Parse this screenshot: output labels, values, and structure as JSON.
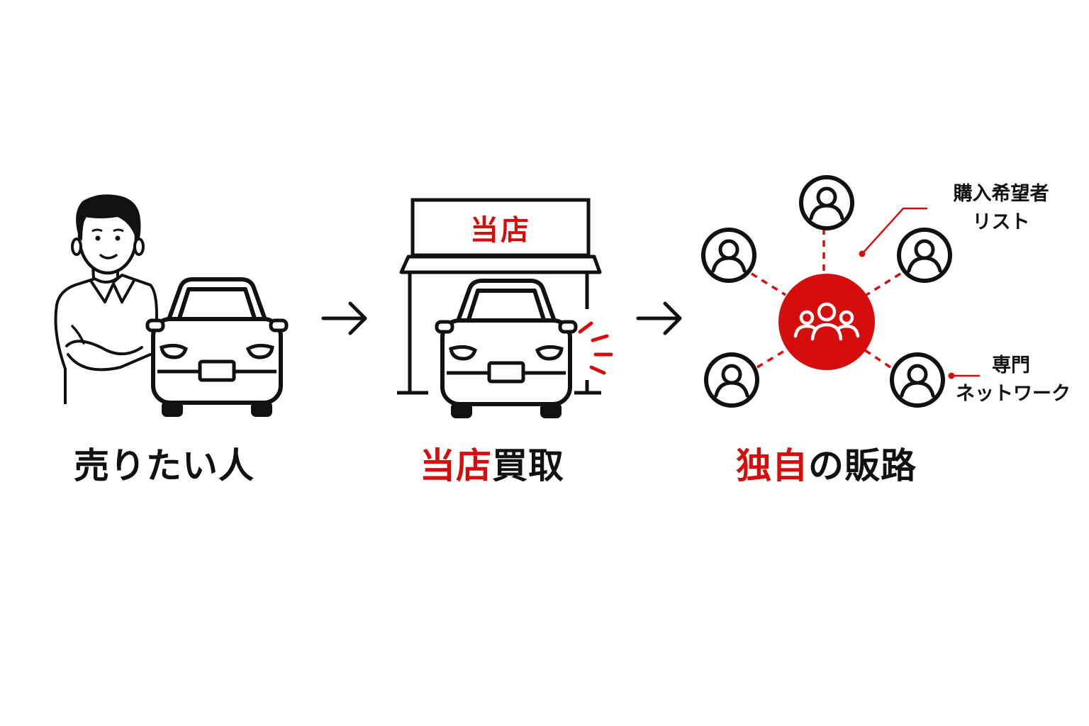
{
  "steps": [
    {
      "label": "売りたい人"
    },
    {
      "label_accent": "当店",
      "label_rest": "買取",
      "sign": "当店"
    },
    {
      "label_accent": "独自",
      "label_rest": "の販路"
    }
  ],
  "annotations": {
    "buyer_list": [
      "購入希望者",
      "リスト"
    ],
    "network": [
      "専門",
      "ネットワーク"
    ]
  },
  "colors": {
    "accent": "#d50d0d",
    "ink": "#111111",
    "background": "#ffffff"
  },
  "icons": [
    "person-icon",
    "car-icon",
    "arrow-right-icon",
    "shop-icon",
    "group-icon",
    "user-icon"
  ]
}
